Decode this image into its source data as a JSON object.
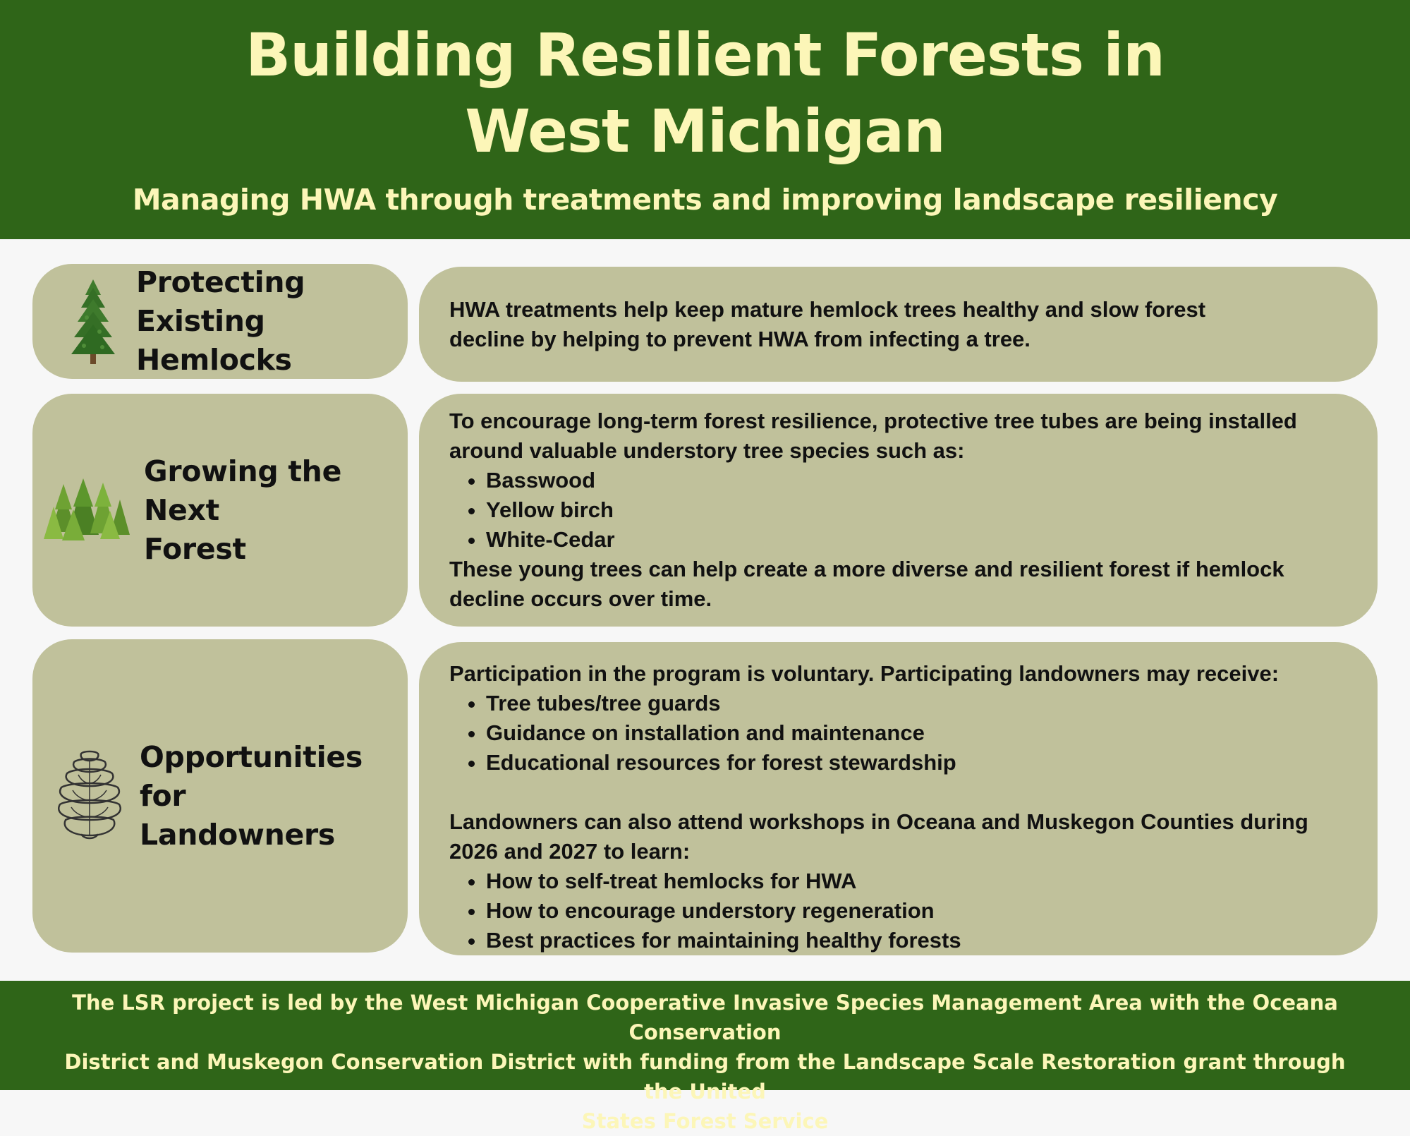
{
  "header": {
    "title_line1": "Building Resilient Forests in",
    "title_line2": "West Michigan",
    "subtitle": "Managing HWA through treatments and improving landscape resiliency"
  },
  "sections": [
    {
      "label_line1": "Protecting Existing",
      "label_line2": "Hemlocks",
      "icon": "hemlock-tree-icon",
      "text_line1": "HWA treatments help keep mature hemlock trees healthy and slow forest",
      "text_line2": "decline by helping to prevent HWA from infecting a tree."
    },
    {
      "label_line1": "Growing the Next",
      "label_line2": "Forest",
      "icon": "young-trees-icon",
      "intro_line1": "To encourage long-term forest resilience, protective tree tubes are being installed",
      "intro_line2": "around valuable understory tree species such as:",
      "species": [
        "Basswood",
        "Yellow birch",
        "White-Cedar"
      ],
      "outro_line1": "These young trees can help create a more diverse and resilient forest if hemlock",
      "outro_line2": "decline occurs over time."
    },
    {
      "label_line1": "Opportunities for",
      "label_line2": "Landowners",
      "icon": "pine-cone-icon",
      "intro": "Participation in the program is voluntary. Participating landowners may receive:",
      "benefits": [
        "Tree tubes/tree guards",
        "Guidance on installation and maintenance",
        "Educational resources for forest stewardship"
      ],
      "workshop_line1": "Landowners can also attend workshops in Oceana and Muskegon Counties during",
      "workshop_line2": "2026 and 2027 to learn:",
      "topics": [
        "How to self-treat hemlocks for HWA",
        "How to encourage understory regeneration",
        "Best practices for maintaining healthy forests"
      ]
    }
  ],
  "footer": {
    "line1": "The LSR project is led by the West Michigan Cooperative Invasive Species Management Area with the Oceana Conservation",
    "line2": "District and Muskegon Conservation District with funding from the Landscape Scale Restoration grant through the United",
    "line3": "States Forest Service"
  },
  "colors": {
    "header_green": "#2f6518",
    "title_yellow": "#fcf6b8",
    "card_sage": "#c0c19b"
  }
}
